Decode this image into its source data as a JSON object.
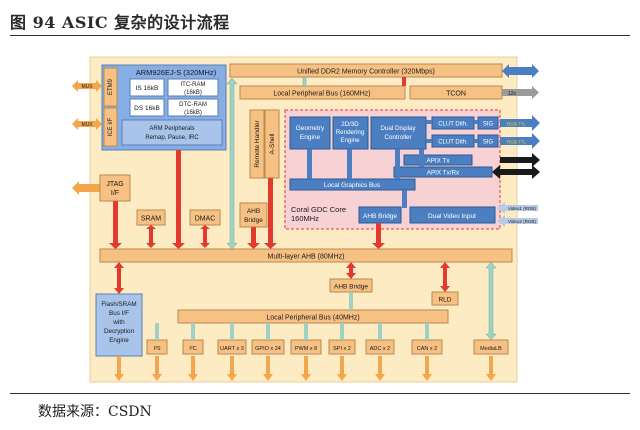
{
  "figure": {
    "title": "图 94 ASIC 复杂的设计流程",
    "source": "数据来源：CSDN"
  },
  "diagram": {
    "cpu": {
      "name": "ARM926EJ-S (320MHz)",
      "etm9": "ETM9",
      "ice": "ICE I/F",
      "is": "IS 16kB",
      "ds": "DS 16kB",
      "itc_ram": [
        "ITC-RAM",
        "(16kB)"
      ],
      "dtc_ram": [
        "DTC-RAM",
        "(16kB)"
      ],
      "periph": [
        "ARM Peripherals",
        "Remap, Pause, IRC"
      ]
    },
    "mux_top": "MUX",
    "mux_mid": "MUX",
    "ddr": "Unified DDR2 Memory Controller (320Mbps)",
    "lpb160": "Local Peripheral Bus (160MHz)",
    "tcon": "TCON",
    "tag_12x": "12x",
    "remote_handler": "Remote Handler",
    "a_shell": "A-Shell",
    "geometry": [
      "Geometry",
      "Engine"
    ],
    "render": [
      "2D/3D",
      "Rendering",
      "Engine"
    ],
    "display": [
      "Dual Display",
      "Controller"
    ],
    "clut1": "CLUT Dith.",
    "clut2": "CLUT Dith.",
    "sig1": "SIG",
    "sig2": "SIG",
    "rgb_out1": "RGB TTL",
    "rgb_out2": "RGB TTL",
    "apix_tx": "APIX Tx",
    "apix_txrx": "APIX Tx/Rx",
    "lgb": "Local Graphics Bus",
    "coral": [
      "Coral GDC Core",
      "160MHz"
    ],
    "ahb_bridge_gdc": "AHB Bridge",
    "dual_video": "Dual Video Input",
    "video1": "Video1 (RGB)",
    "video2": "Video2 (RGB)",
    "jtag": [
      "JTAG",
      "I/F"
    ],
    "sram": "SRAM",
    "dmac": "DMAC",
    "ahb_bridge_left": [
      "AHB",
      "Bridge"
    ],
    "ahb80": "Multi-layer AHB (80MHz)",
    "ahb_bridge_mid": "AHB Bridge",
    "rld": "RLD",
    "flash": [
      "Flash/SRAM",
      "Bus I/F",
      "with",
      "Decryption",
      "Engine"
    ],
    "lpb40": "Local Peripheral Bus (40MHz)",
    "io": [
      "I²S",
      "I²C",
      "UART x 3",
      "GPIO x 24",
      "PWM x 8",
      "SPI x 2",
      "ADC x 2",
      "CAN x 2",
      "MediaLB"
    ]
  },
  "colors": {
    "chip_bg": "#fdebc4",
    "block_orange": "#f7c184",
    "block_blue": "#86aee4",
    "gdc_pink": "#f7d1d4",
    "gdc_border": "#e03a3a",
    "arrow_red": "#e23a2e",
    "arrow_green": "#9ed2c2",
    "arrow_orange": "#f4a64c",
    "arrow_blue": "#4c7fc2",
    "arrow_gray": "#9a9a9a"
  }
}
